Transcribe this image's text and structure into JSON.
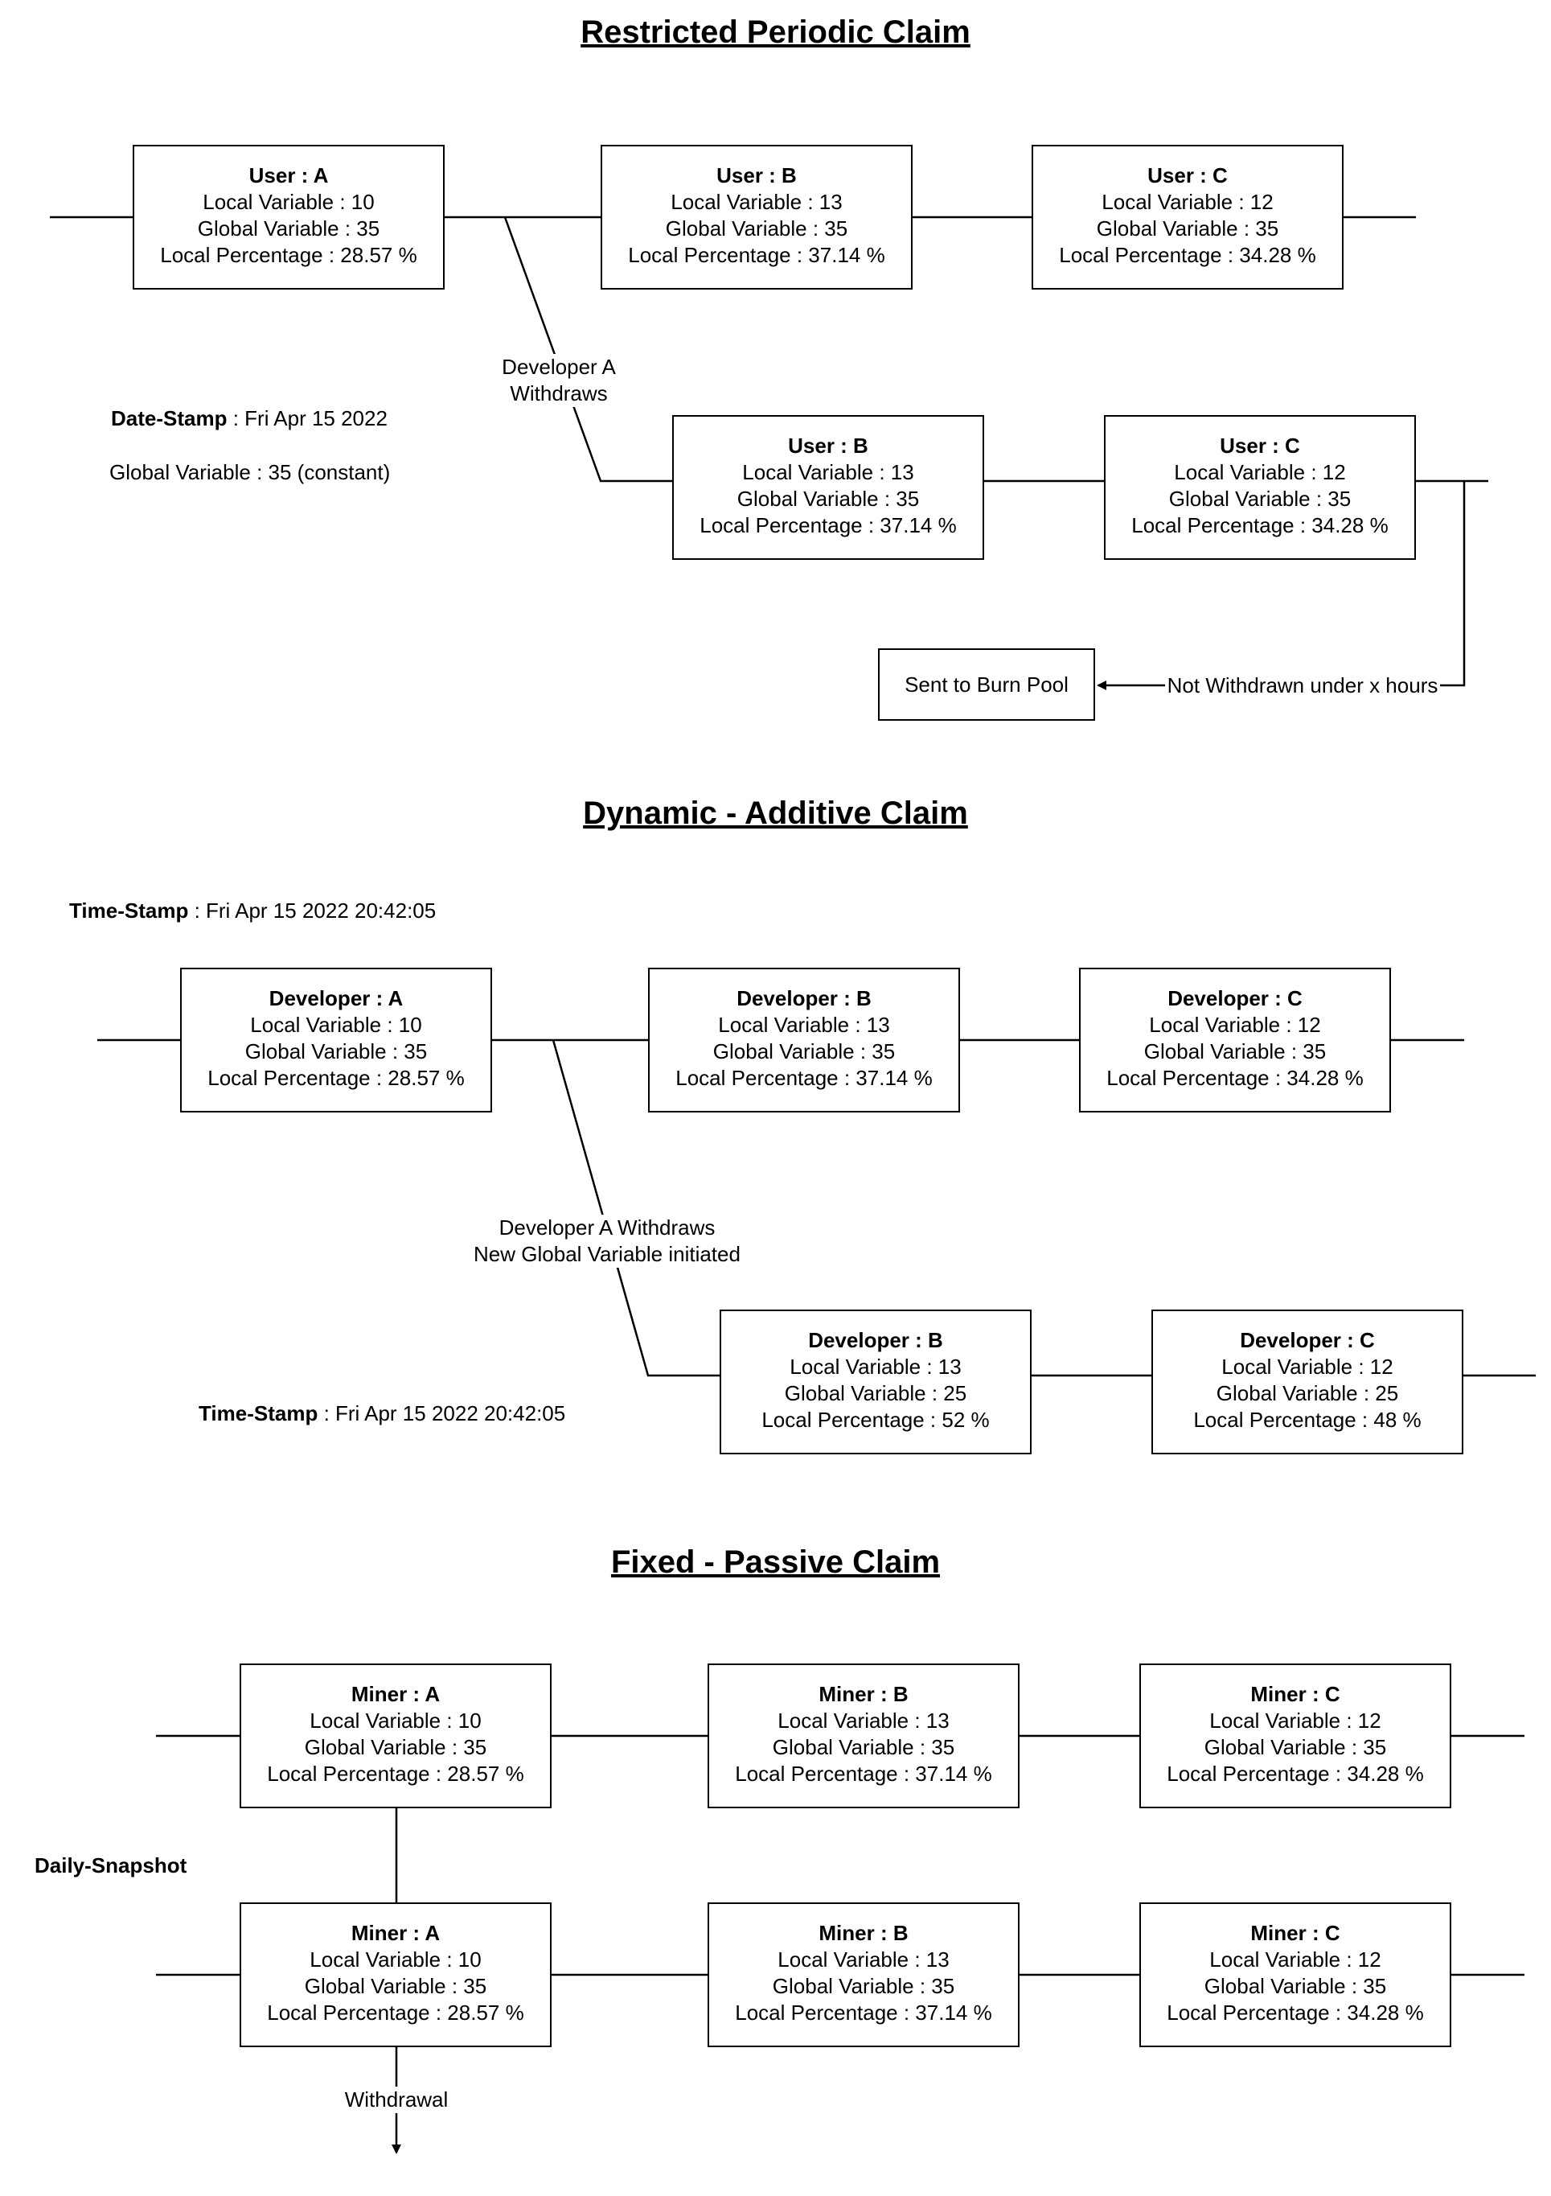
{
  "sections": {
    "restricted": {
      "title": "Restricted Periodic Claim",
      "boxes": [
        {
          "name": "User : A",
          "local": "Local Variable : 10",
          "global": "Global Variable : 35",
          "pct": "Local Percentage : 28.57 %"
        },
        {
          "name": "User : B",
          "local": "Local Variable : 13",
          "global": "Global Variable : 35",
          "pct": "Local Percentage : 37.14 %"
        },
        {
          "name": "User : C",
          "local": "Local Variable : 12",
          "global": "Global Variable : 35",
          "pct": "Local Percentage : 34.28 %"
        },
        {
          "name": "User : B",
          "local": "Local Variable : 13",
          "global": "Global Variable : 35",
          "pct": "Local Percentage : 37.14 %"
        },
        {
          "name": "User : C",
          "local": "Local Variable : 12",
          "global": "Global Variable : 35",
          "pct": "Local Percentage : 34.28 %"
        }
      ],
      "withdraw_label_1": "Developer A",
      "withdraw_label_2": "Withdraws",
      "date_stamp_key": "Date-Stamp",
      "date_stamp_value": " : Fri Apr 15 2022",
      "global_constant": "Global Variable : 35 (constant)",
      "burn_pool": "Sent to Burn Pool",
      "not_withdrawn": "Not Withdrawn under x hours"
    },
    "dynamic": {
      "title": "Dynamic - Additive Claim",
      "time_stamp_key": "Time-Stamp",
      "time_stamp_value": " : Fri Apr 15 2022 20:42:05",
      "boxes": [
        {
          "name": "Developer : A",
          "local": "Local Variable : 10",
          "global": "Global Variable : 35",
          "pct": "Local Percentage : 28.57 %"
        },
        {
          "name": "Developer : B",
          "local": "Local Variable : 13",
          "global": "Global Variable : 35",
          "pct": "Local Percentage : 37.14 %"
        },
        {
          "name": "Developer : C",
          "local": "Local Variable : 12",
          "global": "Global Variable : 35",
          "pct": "Local Percentage : 34.28 %"
        },
        {
          "name": "Developer : B",
          "local": "Local Variable : 13",
          "global": "Global Variable : 25",
          "pct": "Local Percentage : 52 %"
        },
        {
          "name": "Developer : C",
          "local": "Local Variable : 12",
          "global": "Global Variable : 25",
          "pct": "Local Percentage : 48 %"
        }
      ],
      "withdraw_label_1": "Developer A Withdraws",
      "withdraw_label_2": "New Global Variable initiated",
      "time_stamp2_key": "Time-Stamp",
      "time_stamp2_value": " : Fri Apr 15 2022 20:42:05"
    },
    "fixed": {
      "title": "Fixed - Passive Claim",
      "boxes": [
        {
          "name": "Miner : A",
          "local": "Local Variable : 10",
          "global": "Global Variable : 35",
          "pct": "Local Percentage : 28.57 %"
        },
        {
          "name": "Miner : B",
          "local": "Local Variable : 13",
          "global": "Global Variable : 35",
          "pct": "Local Percentage : 37.14 %"
        },
        {
          "name": "Miner : C",
          "local": "Local Variable : 12",
          "global": "Global Variable : 35",
          "pct": "Local Percentage : 34.28 %"
        },
        {
          "name": "Miner : A",
          "local": "Local Variable : 10",
          "global": "Global Variable : 35",
          "pct": "Local Percentage : 28.57 %"
        },
        {
          "name": "Miner : B",
          "local": "Local Variable : 13",
          "global": "Global Variable : 35",
          "pct": "Local Percentage : 37.14 %"
        },
        {
          "name": "Miner : C",
          "local": "Local Variable : 12",
          "global": "Global Variable : 35",
          "pct": "Local Percentage : 34.28 %"
        }
      ],
      "daily_snapshot": "Daily-Snapshot",
      "withdrawal": "Withdrawal"
    }
  }
}
